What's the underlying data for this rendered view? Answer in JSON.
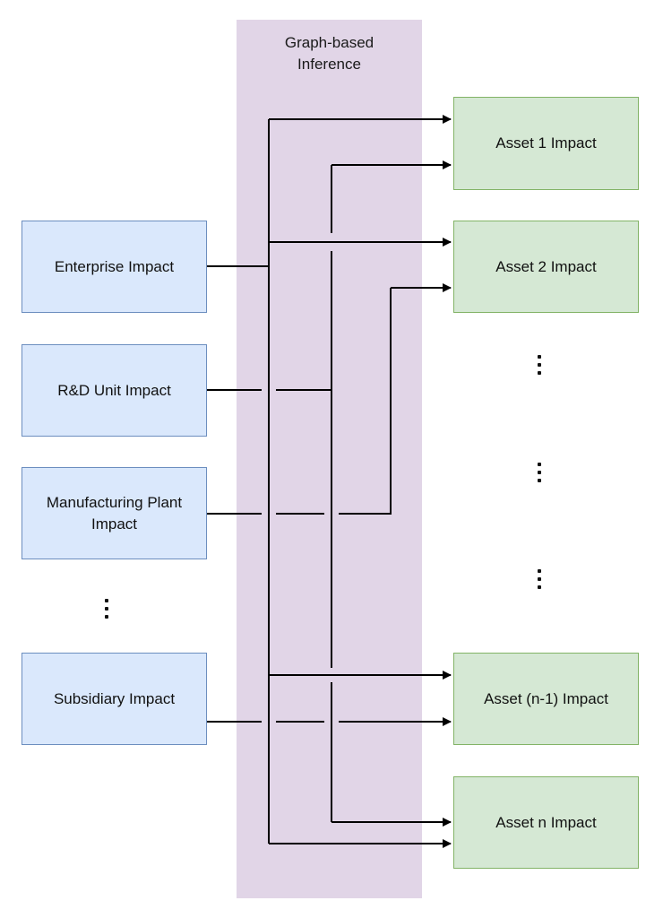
{
  "band": {
    "title": "Graph-based\nInference",
    "color": "#e1d5e7"
  },
  "sources": [
    {
      "label": "Enterprise Impact"
    },
    {
      "label": "R&D Unit Impact"
    },
    {
      "label": "Manufacturing Plant Impact"
    },
    {
      "label": "Subsidiary Impact"
    }
  ],
  "targets": [
    {
      "label": "Asset 1 Impact"
    },
    {
      "label": "Asset 2 Impact"
    },
    {
      "label": "Asset (n-1) Impact"
    },
    {
      "label": "Asset n Impact"
    }
  ],
  "colors": {
    "source_fill": "#dae8fc",
    "source_stroke": "#6c8ebf",
    "target_fill": "#d5e8d4",
    "target_stroke": "#82b366",
    "edge": "#000000"
  }
}
